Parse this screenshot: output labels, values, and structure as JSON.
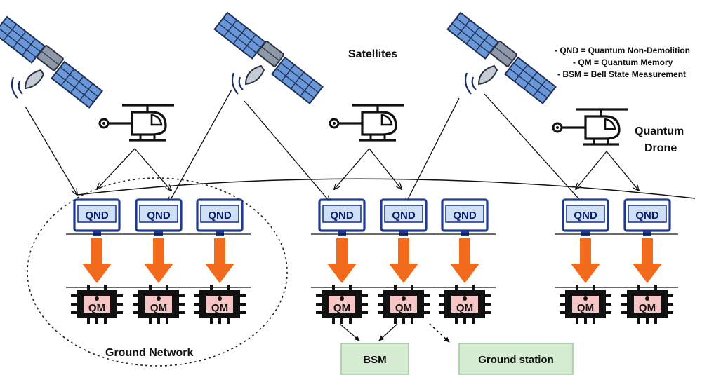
{
  "legend": {
    "items": [
      "- QND = Quantum Non-Demolition",
      "- QM = Quantum Memory",
      "- BSM = Bell State Measurement"
    ]
  },
  "labels": {
    "satellites": "Satellites",
    "drone_line1": "Quantum",
    "drone_line2": "Drone",
    "ground_network": "Ground Network"
  },
  "node": {
    "qnd": "QND",
    "qm": "QM"
  },
  "boxes": {
    "bsm": "BSM",
    "ground_station": "Ground station"
  },
  "colors": {
    "qnd_border": "#1f3a93",
    "qnd_fill": "#cfe0f5",
    "arrow_fill": "#f26a1b",
    "chip_fill": "#f6c6c6",
    "box_fill": "#d5ecd2",
    "box_border": "#9fc99a",
    "satellite_panel": "#5b8fd6"
  }
}
